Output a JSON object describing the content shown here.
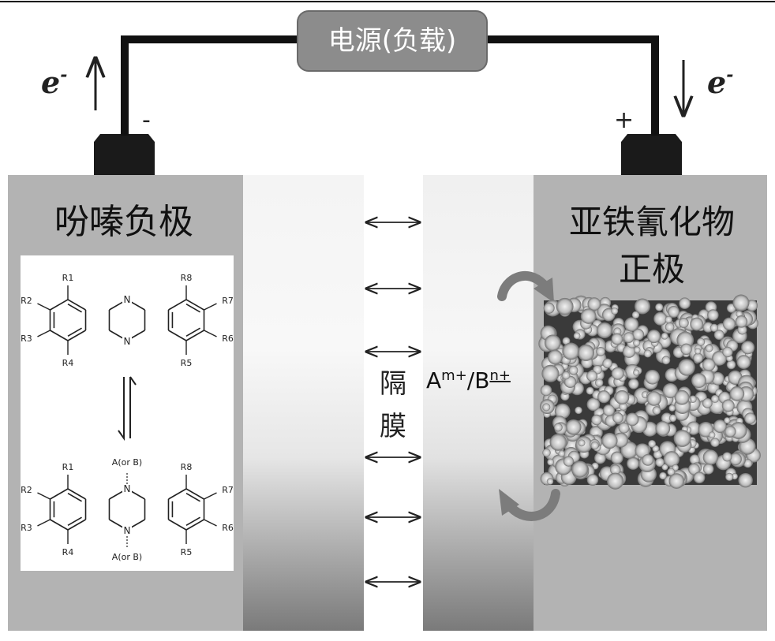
{
  "power_source": {
    "label": "电源(负载)"
  },
  "negative_side": {
    "electron": "e",
    "electron_sup": "-",
    "terminal_sign": "-",
    "electrode_title": "吩嗪负极"
  },
  "positive_side": {
    "electron": "e",
    "electron_sup": "-",
    "terminal_sign": "+",
    "electrode_title_line1": "亚铁氰化物",
    "electrode_title_line2": "正极"
  },
  "separator": {
    "label_line1": "隔",
    "label_line2": "膜"
  },
  "ions": {
    "a": "A",
    "a_sup": "m+",
    "slash": "/",
    "b": "B",
    "b_sup": "n+"
  },
  "molecule_top": {
    "substituents": [
      "R1",
      "R2",
      "R3",
      "R4",
      "R5",
      "R6",
      "R7",
      "R8"
    ],
    "heteroatom": "N"
  },
  "molecule_bottom": {
    "substituents": [
      "R1",
      "R2",
      "R3",
      "R4",
      "R5",
      "R6",
      "R7",
      "R8"
    ],
    "heteroatom": "N",
    "bound_group": "A(or B)"
  },
  "colors": {
    "electrode_gray": "#b3b3b3",
    "wire": "#111111",
    "power_box": "#8c8c8c"
  }
}
